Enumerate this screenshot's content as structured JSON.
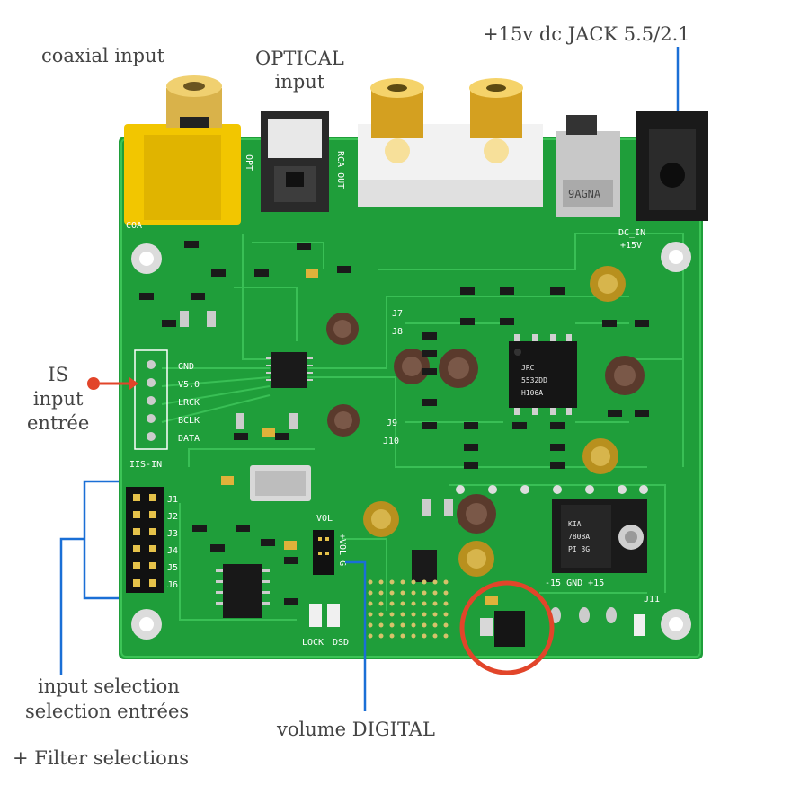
{
  "annotations": {
    "coaxial": "coaxial input",
    "optical": "OPTICAL\ninput",
    "dc_jack": "+15v dc JACK 5.5/2.1",
    "is_input": "IS\ninput\nentrée",
    "input_selection": "input selection",
    "selection_entrees": "selection entrées",
    "filter": "+ Filter selections",
    "volume": "volume DIGITAL"
  },
  "silkscreen": {
    "coa": "COA",
    "opt": "OPT",
    "rca_out": "RCA OUT",
    "dc_in": "DC_IN",
    "plus15v": "+15V",
    "iis_in": "IIS-IN",
    "pins": [
      "GND",
      "V5.0",
      "LRCK",
      "BCLK",
      "DATA"
    ],
    "jumpers": [
      "J1",
      "J2",
      "J3",
      "J4",
      "J5",
      "J6"
    ],
    "j7": "J7",
    "j8": "J8",
    "j9": "J9",
    "j10": "J10",
    "j11": "J11",
    "vol": "VOL",
    "vol_pins": "+VOL G",
    "lock": "LOCK",
    "dsd": "DSD",
    "power": "-15 GND +15",
    "jack_brand": "9AGNA"
  },
  "chips": {
    "opamp_line1": "JRC",
    "opamp_line2": "5532DD",
    "opamp_line3": "H106A",
    "reg_line1": "KIA",
    "reg_line2": "7808A",
    "reg_line3": "PI 3G"
  },
  "colors": {
    "pcb": "#1f9e3a",
    "trace": "#2fb84a",
    "accent_blue": "#1a6fd6",
    "accent_red": "#e2452a",
    "label_text": "#444444"
  }
}
